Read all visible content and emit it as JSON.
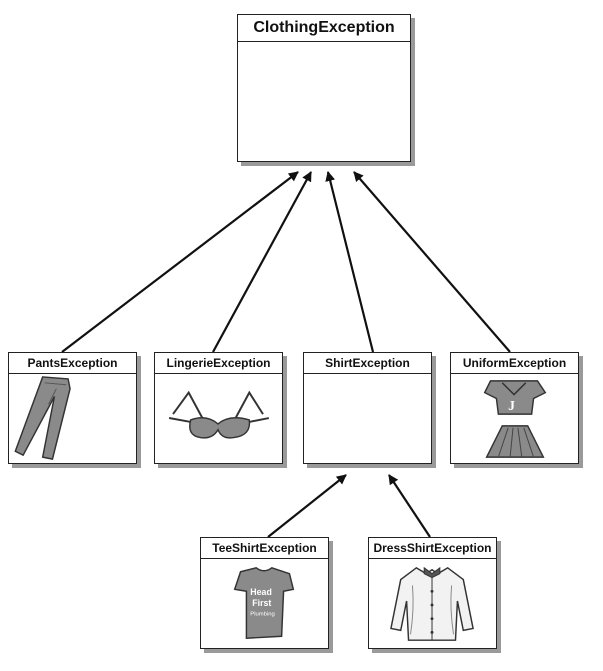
{
  "classes": {
    "clothing": "ClothingException",
    "pants": "PantsException",
    "lingerie": "LingerieException",
    "shirt": "ShirtException",
    "uniform": "UniformException",
    "teeshirt": "TeeShirtException",
    "dressshirt": "DressShirtException"
  },
  "illustrations": {
    "pants": "pants-icon",
    "lingerie": "bra-icon",
    "uniform": "cheerleader-uniform-icon",
    "uniform_letter": "J",
    "teeshirt": "t-shirt-icon",
    "teeshirt_print": [
      "Head",
      "First",
      "Plumbing"
    ],
    "dressshirt": "dress-shirt-icon"
  },
  "colors": {
    "line": "#111111",
    "shadow": "#9a9a9a",
    "clothing_fill": "#8a8a8a"
  }
}
